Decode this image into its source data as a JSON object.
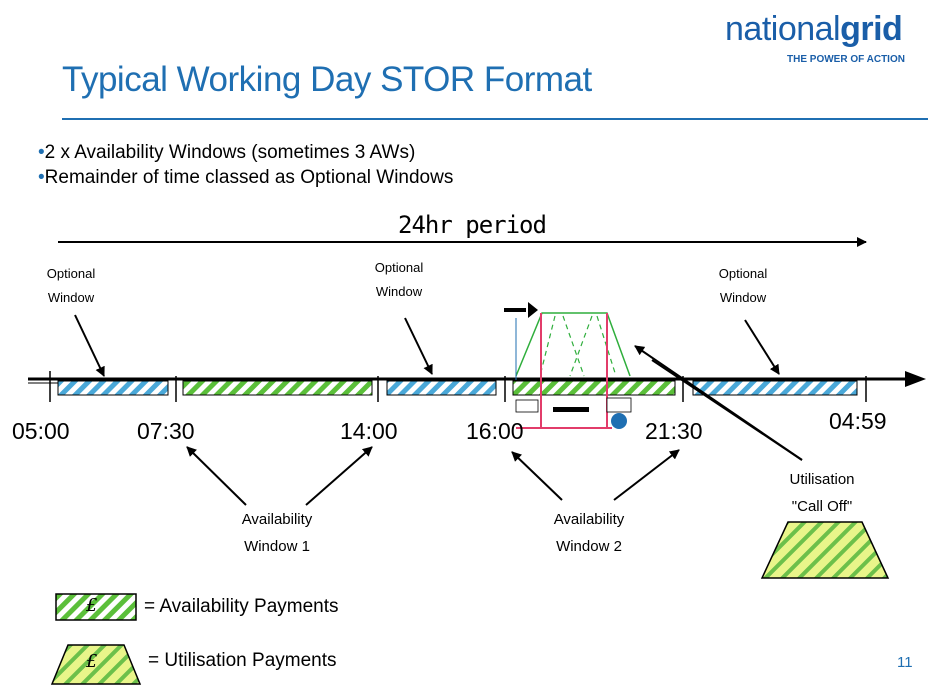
{
  "header": {
    "title": "Typical Working Day STOR Format",
    "logo_part1": "national",
    "logo_part2": "grid",
    "tagline": "THE POWER OF ACTION"
  },
  "bullets": [
    "2 x Availability Windows (sometimes 3 AWs)",
    "Remainder of time classed as Optional Windows"
  ],
  "diagram": {
    "period_label": "24hr period",
    "times": [
      "05:00",
      "07:30",
      "14:00",
      "16:00",
      "21:30",
      "04:59"
    ],
    "optional_window_line1": "Optional",
    "optional_window_line2": "Window",
    "availability_window_1": [
      "Availability",
      "Window 1"
    ],
    "availability_window_2": [
      "Availability",
      "Window 2"
    ],
    "utilisation_line1": "Utilisation",
    "utilisation_line2": "\"Call Off\""
  },
  "legend": {
    "availability": "= Availability Payments",
    "utilisation": "= Utilisation Payments",
    "currency_symbol": "£"
  },
  "page_number": "11",
  "colors": {
    "brand_blue": "#1f6fb2",
    "optional_hatch": "#4aa8d8",
    "availability_hatch": "#5bbf3a",
    "utilisation_fill": "#e9f58a",
    "marker_red": "#e23c6a"
  }
}
